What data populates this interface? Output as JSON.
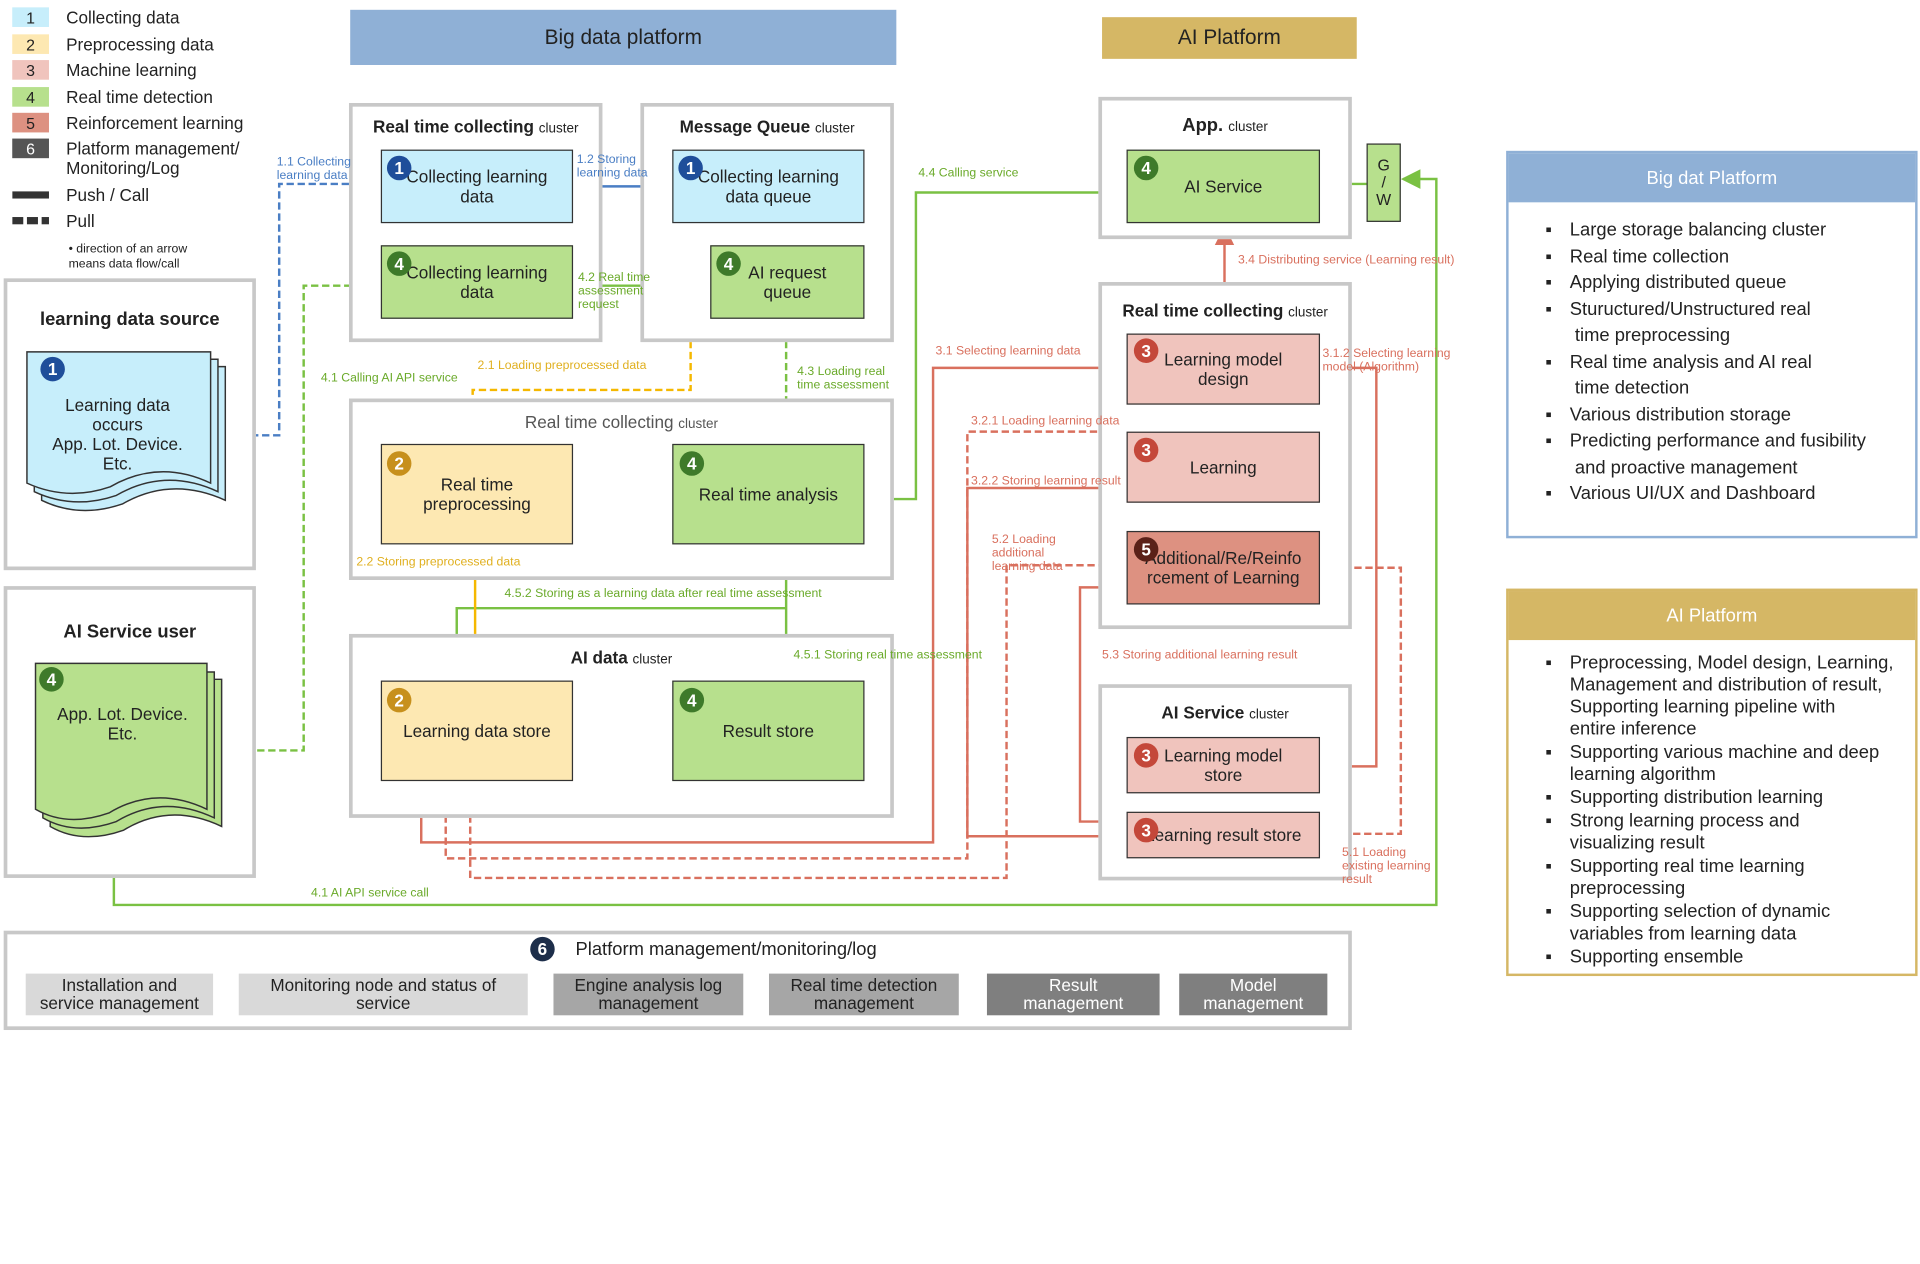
{
  "legend": [
    {
      "num": "1",
      "label": "Collecting data",
      "color": "#c7eefb"
    },
    {
      "num": "2",
      "label": "Preprocessing data",
      "color": "#fde8b2"
    },
    {
      "num": "3",
      "label": "Machine learning",
      "color": "#f0c4bd"
    },
    {
      "num": "4",
      "label": "Real time detection",
      "color": "#b7e08d"
    },
    {
      "num": "5",
      "label": "Reinforcement learning",
      "color": "#dd9181"
    },
    {
      "num": "6",
      "label": "Platform management/\nMonitoring/Log",
      "color": "#555555"
    }
  ],
  "legend_push": "Push / Call",
  "legend_pull": "Pull",
  "legend_note": "direction of an arrow\nmeans data flow/call",
  "headers": {
    "big_data": "Big data platform",
    "ai_platform": "AI Platform"
  },
  "sources": {
    "learning_title": "learning data source",
    "learning_text": "Learning data\noccurs\nApp. Lot. Device.\nEtc.",
    "ai_user_title": "AI Service user",
    "ai_user_text": "App. Lot. Device.\nEtc."
  },
  "clusters": {
    "rtc_main": "Real time collecting",
    "mq_main": "Message Queue",
    "rtc2": "Real time collecting",
    "data_main": "AI data",
    "app_main": "App.",
    "rtc3_main": "Real time collecting",
    "svc_main": "AI Service",
    "suffix": "cluster"
  },
  "nodes": {
    "collect_blue": "Collecting learning\ndata",
    "collect_green": "Collecting learning\ndata",
    "queue_blue": "Collecting learning\ndata queue",
    "queue_green": "AI request\nqueue",
    "preprocess": "Real time\npreprocessing",
    "analysis": "Real time analysis",
    "learn_store": "Learning data store",
    "result_store": "Result store",
    "ai_service": "AI Service",
    "gw": "G\n/\nW",
    "model_design": "Learning model\ndesign",
    "learning": "Learning",
    "additional": "Additional/Re/Reinfo\nrcement of Learning",
    "model_store": "Learning model\nstore",
    "result_store2": "Learning result store"
  },
  "badges": {
    "n1": "1",
    "n2": "2",
    "n3": "3",
    "n4": "4",
    "n5": "5",
    "n6": "6"
  },
  "flows": {
    "f11": "1.1 Collecting\nlearning data",
    "f12": "1.2 Storing\nlearning data",
    "f42": "4.2 Real time\nassessment\nrequest",
    "f41c": "4.1 Calling AI API service",
    "f21": "2.1 Loading preprocessed data",
    "f43": "4.3 Loading real\ntime assessment",
    "f44": "4.4 Calling service",
    "f22": "2.2 Storing preprocessed data",
    "f452": "4.5.2 Storing as a learning data after real time assessment",
    "f451": "4.5.1 Storing real time assessment",
    "f41": "4.1 AI API service call",
    "f34": "3.4 Distributing service (Learning result)",
    "f31": "3.1 Selecting learning data",
    "f312": "3.1.2 Selecting learning\nmodel (Algorithm)",
    "f321": "3.2.1 Loading learning data",
    "f322": "3.2.2 Storing learning result",
    "f52": "5.2 Loading\nadditional\nlearning data",
    "f53": "5.3 Storing additional learning result",
    "f51": "5.1 Loading\nexisting learning\nresult"
  },
  "mgmt": {
    "title": "Platform management/monitoring/log",
    "items": [
      {
        "label": "Installation and\nservice management"
      },
      {
        "label": "Monitoring node and status of\nservice"
      },
      {
        "label": "Engine analysis log\nmanagement"
      },
      {
        "label": "Real time detection\nmanagement"
      },
      {
        "label": "Result\nmanagement"
      },
      {
        "label": "Model\nmanagement"
      }
    ]
  },
  "panels": {
    "big": {
      "title": "Big dat Platform",
      "items": [
        "Large storage balancing cluster",
        "Real time collection",
        "Applying distributed queue",
        "Stuructured/Unstructured real\n time preprocessing",
        "Real time analysis and AI real\n time detection",
        "Various distribution storage",
        "Predicting performance and fusibility\n and proactive management",
        "Various UI/UX and Dashboard"
      ]
    },
    "ai": {
      "title": "AI Platform",
      "items": [
        "Preprocessing, Model design, Learning,\nManagement and distribution of result,\nSupporting learning pipeline with\nentire inference",
        "Supporting various machine and deep\nlearning algorithm",
        "Supporting distribution learning",
        "Strong learning process and\nvisualizing result",
        "Supporting real time learning\npreprocessing",
        "Supporting selection of dynamic\nvariables from learning data",
        "Supporting ensemble"
      ]
    }
  },
  "colors": {
    "blue": "#4a7ec4",
    "green": "#7ac143",
    "yellow": "#f5b800",
    "red": "#d9705e"
  }
}
